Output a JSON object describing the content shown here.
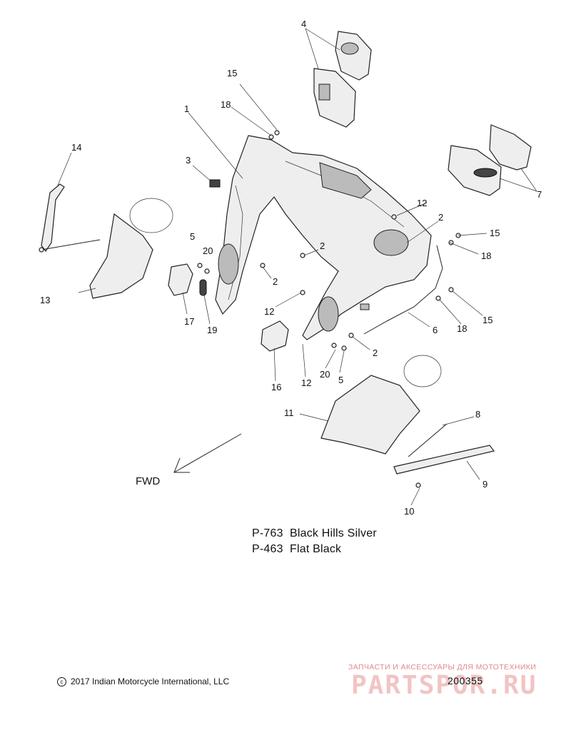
{
  "callouts": [
    {
      "id": "c4",
      "text": "4"
    },
    {
      "id": "c15a",
      "text": "15"
    },
    {
      "id": "c18a",
      "text": "18"
    },
    {
      "id": "c1",
      "text": "1"
    },
    {
      "id": "c14",
      "text": "14"
    },
    {
      "id": "c3",
      "text": "3"
    },
    {
      "id": "c7",
      "text": "7"
    },
    {
      "id": "c12a",
      "text": "12"
    },
    {
      "id": "c2a",
      "text": "2"
    },
    {
      "id": "c15b",
      "text": "15"
    },
    {
      "id": "c18b",
      "text": "18"
    },
    {
      "id": "c5a",
      "text": "5"
    },
    {
      "id": "c20a",
      "text": "20"
    },
    {
      "id": "c2b",
      "text": "2"
    },
    {
      "id": "c2c",
      "text": "2"
    },
    {
      "id": "c13",
      "text": "13"
    },
    {
      "id": "c12b",
      "text": "12"
    },
    {
      "id": "c17",
      "text": "17"
    },
    {
      "id": "c19",
      "text": "19"
    },
    {
      "id": "c6",
      "text": "6"
    },
    {
      "id": "c18c",
      "text": "18"
    },
    {
      "id": "c15c",
      "text": "15"
    },
    {
      "id": "c2d",
      "text": "2"
    },
    {
      "id": "c16",
      "text": "16"
    },
    {
      "id": "c20b",
      "text": "20"
    },
    {
      "id": "c5b",
      "text": "5"
    },
    {
      "id": "c12c",
      "text": "12"
    },
    {
      "id": "c11",
      "text": "11"
    },
    {
      "id": "c8",
      "text": "8"
    },
    {
      "id": "c9",
      "text": "9"
    },
    {
      "id": "c10",
      "text": "10"
    }
  ],
  "fwd_label": "FWD",
  "paint_codes": [
    {
      "code": "P-763",
      "name": "Black Hills Silver"
    },
    {
      "code": "P-463",
      "name": "Flat Black"
    }
  ],
  "copyright_symbol": "c",
  "copyright": "2017 Indian Motorcycle International, LLC",
  "watermark_caption": "ЗАПЧАСТИ И АКСЕССУАРЫ ДЛЯ МОТОТЕХНИКИ",
  "watermark_logo": "PARTSPOR.RU",
  "figure_number": "200355"
}
